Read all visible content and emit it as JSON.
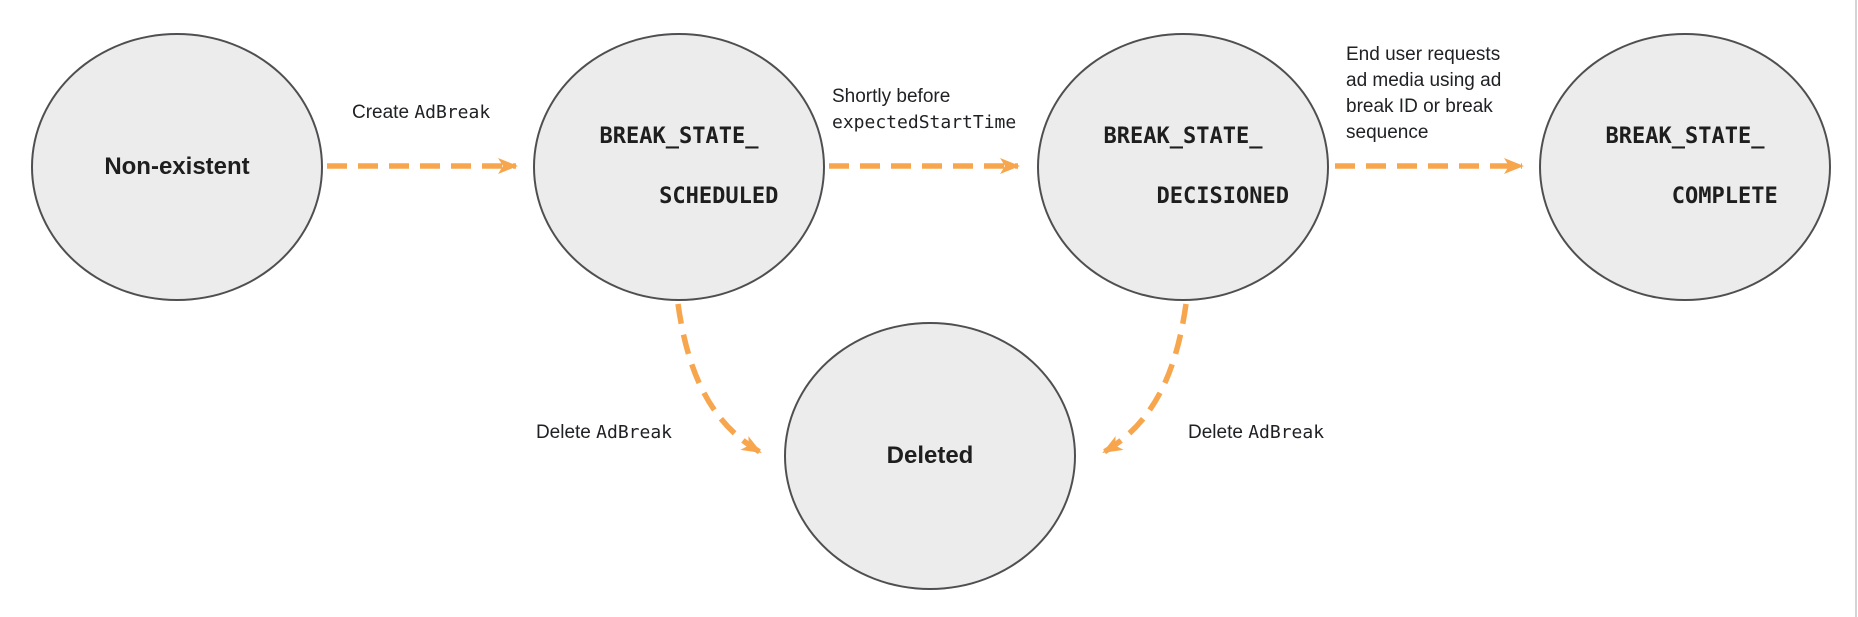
{
  "diagram": {
    "type": "state-machine",
    "colors": {
      "accent": "#F7A64D",
      "node_fill": "#ECECED",
      "node_border": "#4F4F51",
      "text": "#202124"
    },
    "nodes": {
      "non_existent": {
        "label": "Non-existent"
      },
      "scheduled": {
        "line1": "BREAK_STATE_",
        "line2": "SCHEDULED"
      },
      "decisioned": {
        "line1": "BREAK_STATE_",
        "line2": "DECISIONED"
      },
      "complete": {
        "line1": "BREAK_STATE_",
        "line2": "COMPLETE"
      },
      "deleted": {
        "label": "Deleted"
      }
    },
    "edges": {
      "create": {
        "text": "Create ",
        "code": "AdBreak"
      },
      "shortly_before": {
        "line1": "Shortly before",
        "code": "expectedStartTime"
      },
      "end_user": {
        "lines": [
          "End user requests",
          "ad media using ad",
          "break ID or break",
          "sequence"
        ]
      },
      "delete_left": {
        "text": "Delete ",
        "code": "AdBreak"
      },
      "delete_right": {
        "text": "Delete ",
        "code": "AdBreak"
      }
    }
  }
}
